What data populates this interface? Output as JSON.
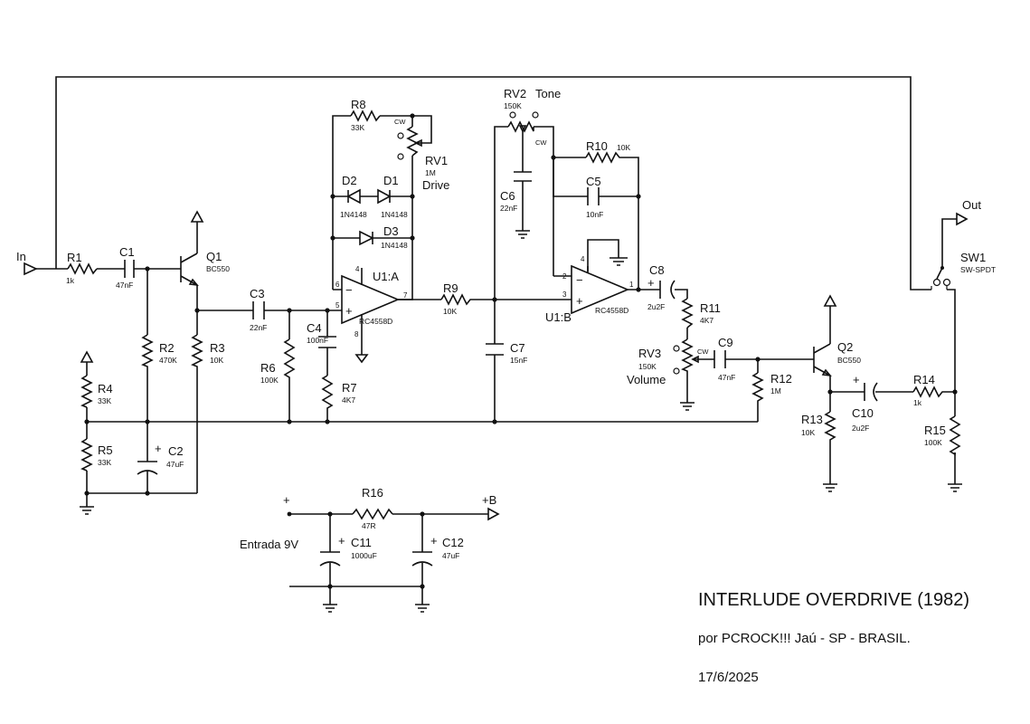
{
  "title": "INTERLUDE OVERDRIVE (1982)",
  "author": "por PCROCK!!!  Jaú - SP - BRASIL.",
  "date": "17/6/2025",
  "ports": {
    "in": "In",
    "out": "Out",
    "supply_plus": "+",
    "supply_b": "+B"
  },
  "supply_label": "Entrada 9V",
  "components": {
    "R1": {
      "ref": "R1",
      "val": "1k"
    },
    "R2": {
      "ref": "R2",
      "val": "470K"
    },
    "R3": {
      "ref": "R3",
      "val": "10K"
    },
    "R4": {
      "ref": "R4",
      "val": "33K"
    },
    "R5": {
      "ref": "R5",
      "val": "33K"
    },
    "R6": {
      "ref": "R6",
      "val": "100K"
    },
    "R7": {
      "ref": "R7",
      "val": "4K7"
    },
    "R8": {
      "ref": "R8",
      "val": "33K"
    },
    "R9": {
      "ref": "R9",
      "val": "10K"
    },
    "R10": {
      "ref": "R10",
      "val": "10K"
    },
    "R11": {
      "ref": "R11",
      "val": "4K7"
    },
    "R12": {
      "ref": "R12",
      "val": "1M"
    },
    "R13": {
      "ref": "R13",
      "val": "10K"
    },
    "R14": {
      "ref": "R14",
      "val": "1k"
    },
    "R15": {
      "ref": "R15",
      "val": "100K"
    },
    "R16": {
      "ref": "R16",
      "val": "47R"
    },
    "C1": {
      "ref": "C1",
      "val": "47nF"
    },
    "C2": {
      "ref": "C2",
      "val": "47uF"
    },
    "C3": {
      "ref": "C3",
      "val": "22nF"
    },
    "C4": {
      "ref": "C4",
      "val": "100nF"
    },
    "C5": {
      "ref": "C5",
      "val": "10nF"
    },
    "C6": {
      "ref": "C6",
      "val": "22nF"
    },
    "C7": {
      "ref": "C7",
      "val": "15nF"
    },
    "C8": {
      "ref": "C8",
      "val": "2u2F"
    },
    "C9": {
      "ref": "C9",
      "val": "47nF"
    },
    "C10": {
      "ref": "C10",
      "val": "2u2F"
    },
    "C11": {
      "ref": "C11",
      "val": "1000uF"
    },
    "C12": {
      "ref": "C12",
      "val": "47uF"
    },
    "D1": {
      "ref": "D1",
      "val": "1N4148"
    },
    "D2": {
      "ref": "D2",
      "val": "1N4148"
    },
    "D3": {
      "ref": "D3",
      "val": "1N4148"
    },
    "Q1": {
      "ref": "Q1",
      "val": "BC550"
    },
    "Q2": {
      "ref": "Q2",
      "val": "BC550"
    },
    "U1A": {
      "ref": "U1:A",
      "val": "RC4558D"
    },
    "U1B": {
      "ref": "U1:B",
      "val": "RC4558D"
    },
    "RV1": {
      "ref": "RV1",
      "val": "1M",
      "name": "Drive"
    },
    "RV2": {
      "ref": "RV2",
      "val": "150K",
      "name": "Tone"
    },
    "RV3": {
      "ref": "RV3",
      "val": "150K",
      "name": "Volume"
    },
    "SW1": {
      "ref": "SW1",
      "val": "SW-SPDT"
    }
  },
  "pins": {
    "p1": "1",
    "p2": "2",
    "p3": "3",
    "p4": "4",
    "p5": "5",
    "p6": "6",
    "p7": "7",
    "p8": "8",
    "cw": "CW"
  }
}
